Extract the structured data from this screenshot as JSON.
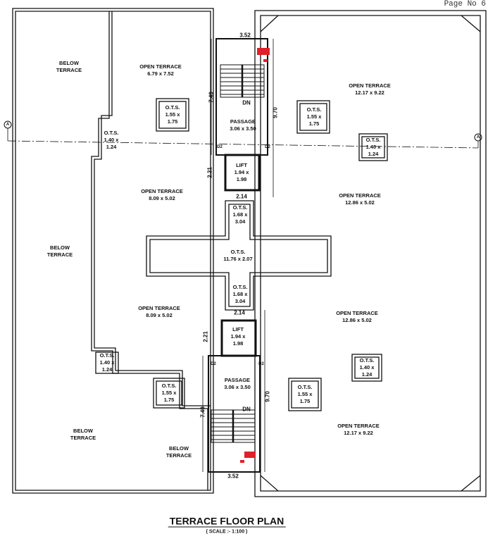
{
  "page_number": "Page No 6",
  "title": "TERRACE FLOOR PLAN",
  "scale": "( SCALE :- 1:100 )",
  "grid_marker": "A",
  "labels": {
    "below_terrace_1": "BELOW\nTERRACE",
    "open_terrace_tl": "OPEN TERRACE\n6.79 x 7.52",
    "ots_tl": "O.T.S.\n1.55 x\n1.75",
    "ots_left_top": "O.T.S.\n1.40 x\n1.24",
    "passage_top": "PASSAGE\n3.06 x 3.50",
    "open_terrace_tr": "OPEN TERRACE\n12.17 x 9.22",
    "ots_tr1": "O.T.S.\n1.55 x\n1.75",
    "ots_tr2": "O.T.S.\n1.40 x\n1.24",
    "lift_top": "LIFT\n1.94 x\n1.98",
    "ots_mid_top": "O.T.S.\n1.68 x\n3.04",
    "open_terrace_ml1": "OPEN TERRACE\n8.09 x 5.02",
    "open_terrace_mr1": "OPEN TERRACE\n12.86 x 5.02",
    "below_terrace_2": "BELOW\nTERRACE",
    "ots_cross": "O.T.S.\n11.76 x 2.07",
    "ots_mid_bot": "O.T.S.\n1.68 x\n3.04",
    "open_terrace_ml2": "OPEN TERRACE\n8.09 x 5.02",
    "open_terrace_mr2": "OPEN TERRACE\n12.86 x 5.02",
    "lift_bot": "LIFT\n1.94 x\n1.98",
    "ots_left_bot": "O.T.S.\n1.40 x\n1.24",
    "ots_br2": "O.T.S.\n1.40 x\n1.24",
    "passage_bot": "PASSAGE\n3.06 x 3.50",
    "ots_bl": "O.T.S.\n1.55 x\n1.75",
    "ots_br1": "O.T.S.\n1.55 x\n1.75",
    "below_terrace_3": "BELOW\nTERRACE",
    "below_terrace_4": "BELOW\nTERRACE",
    "open_terrace_br": "OPEN TERRACE\n12.17 x 9.22"
  },
  "dims": {
    "w_top": "3.52",
    "h_top_l": "7.49",
    "h_top_r": "9.70",
    "dn": "DN",
    "door": "D2",
    "lift_h": "2.21",
    "lift_w": "2.14",
    "w_bot": "3.52",
    "h_bot_l": "7.49",
    "h_bot_r": "9.70"
  },
  "colors": {
    "line": "#111111",
    "fire_marker": "#e0202a"
  }
}
